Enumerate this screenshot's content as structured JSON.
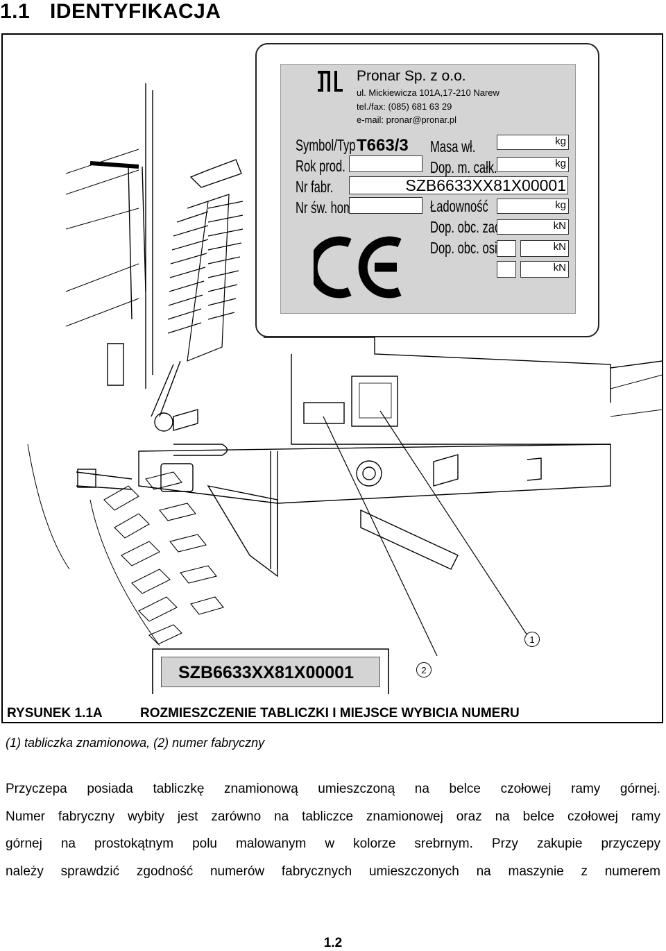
{
  "section": {
    "number": "1.1",
    "title": "IDENTYFIKACJA"
  },
  "plate": {
    "company": "Pronar Sp. z o.o.",
    "address": "ul. Mickiewicza 101A,17-210 Narew",
    "phone": "tel./fax: (085) 681 63 29",
    "email": "e-mail: pronar@pronar.pl",
    "labels_left": [
      "Symbol/Typ",
      "Rok prod.",
      "Nr fabr.",
      "Nr św. hom."
    ],
    "type_value": "T663/3",
    "labels_right": [
      "Masa wł.",
      "Dop. m. całk.",
      "Ładowność",
      "Dop. obc. zacz.",
      "Dop. obc. osi"
    ],
    "serial_value": "SZB6633XX81X00001",
    "units": [
      "kg",
      "kg",
      "kg",
      "kN",
      "kN",
      "kN"
    ],
    "ce_mark": "CE"
  },
  "serial_strip": "SZB6633XX81X00001",
  "callouts": [
    "1",
    "2"
  ],
  "caption": {
    "label": "RYSUNEK 1.1A",
    "title": "ROZMIESZCZENIE TABLICZKI I MIEJSCE WYBICIA NUMERU"
  },
  "legend": "(1) tabliczka znamionowa, (2) numer fabryczny",
  "paragraph": [
    "Przyczepa posiada tabliczkę znamionową umieszczoną na belce czołowej ramy górnej.",
    "Numer fabryczny wybity jest zarówno na tabliczce znamionowej oraz na belce czołowej ramy",
    "górnej na prostokątnym polu malowanym w kolorze srebrnym. Przy zakupie przyczepy",
    "należy sprawdzić zgodność numerów fabrycznych umieszczonych na maszynie z numerem"
  ],
  "page_number": "1.2"
}
